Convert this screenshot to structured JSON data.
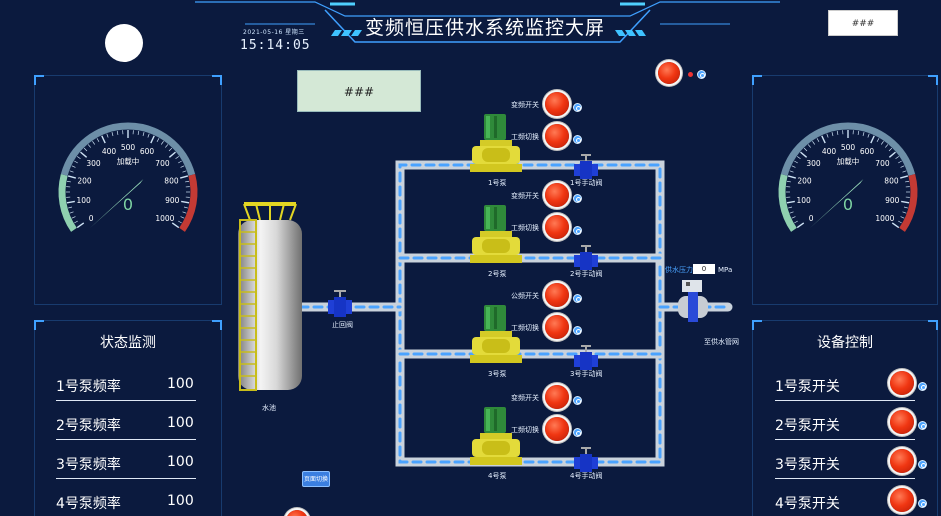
{
  "header": {
    "title": "变频恒压供水系统监控大屏",
    "date": "2021-05-16 星期三",
    "time": "15:14:05"
  },
  "top_right_box": "###",
  "mid_box": "###",
  "gauges": {
    "left": {
      "label": "加载中",
      "value": "0",
      "ticks": [
        "0",
        "100",
        "200",
        "300",
        "400",
        "500",
        "600",
        "700",
        "800",
        "900",
        "1000"
      ],
      "reading_fraction": 0.0
    },
    "right": {
      "label": "加载中",
      "value": "0",
      "ticks": [
        "0",
        "100",
        "200",
        "300",
        "400",
        "500",
        "600",
        "700",
        "800",
        "900",
        "1000"
      ],
      "reading_fraction": 0.0
    }
  },
  "status_panel": {
    "title": "状态监测",
    "rows": [
      {
        "label": "1号泵频率",
        "value": "100"
      },
      {
        "label": "2号泵频率",
        "value": "100"
      },
      {
        "label": "3号泵频率",
        "value": "100"
      },
      {
        "label": "4号泵频率",
        "value": "100"
      }
    ]
  },
  "control_panel": {
    "title": "设备控制",
    "rows": [
      {
        "label": "1号泵开关"
      },
      {
        "label": "2号泵开关"
      },
      {
        "label": "3号泵开关"
      },
      {
        "label": "4号泵开关"
      }
    ]
  },
  "diagram": {
    "tank_label": "水池",
    "stop_valve_label": "止回阀",
    "outlet_label": "至供水管网",
    "pressure_label": "供水压力",
    "pressure_value": "0",
    "pressure_unit": "MPa",
    "small_button_label": "页面切换",
    "pumps": [
      {
        "name": "1号泵",
        "valve": "1号手动阀",
        "switch1": "变频开关",
        "switch2": "工频切换"
      },
      {
        "name": "2号泵",
        "valve": "2号手动阀",
        "switch1": "变频开关",
        "switch2": "工频切换"
      },
      {
        "name": "3号泵",
        "valve": "3号手动阀",
        "switch1": "公频开关",
        "switch2": "工频切换"
      },
      {
        "name": "4号泵",
        "valve": "4号手动阀",
        "switch1": "变频开关",
        "switch2": "工频切换"
      }
    ]
  },
  "colors": {
    "background": "#0b1a3e",
    "accent": "#3fa0ff",
    "button_red": "#f03612",
    "pipe": "#d6dde6",
    "pipe_dash": "#4aa3ff"
  }
}
